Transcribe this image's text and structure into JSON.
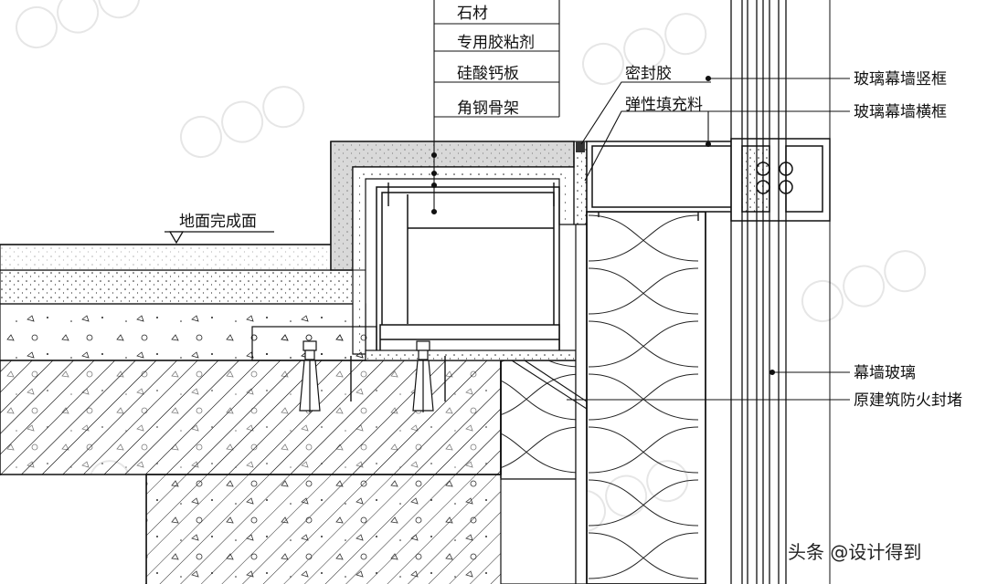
{
  "colors": {
    "line": "#111111",
    "paper": "#ffffff",
    "stone": "#d9d9d9",
    "watermark": "#e6e6e6"
  },
  "labels": {
    "stone": "石材",
    "adhesive": "专用胶粘剂",
    "calcium_silicate_board": "硅酸钙板",
    "angle_steel_frame": "角钢骨架",
    "floor_finish": "地面完成面",
    "sealant": "密封胶",
    "elastic_filler": "弹性填充料",
    "curtain_wall_mullion": "玻璃幕墙竖框",
    "curtain_wall_transom": "玻璃幕墙横框",
    "curtain_wall_glass": "幕墙玻璃",
    "original_fire_stop": "原建筑防火封堵"
  },
  "watermark": {
    "caption": "头条 @设计得到"
  },
  "icons": {
    "anchor_bolt": "anchor-bolt-icon",
    "screw": "screw-icon"
  }
}
